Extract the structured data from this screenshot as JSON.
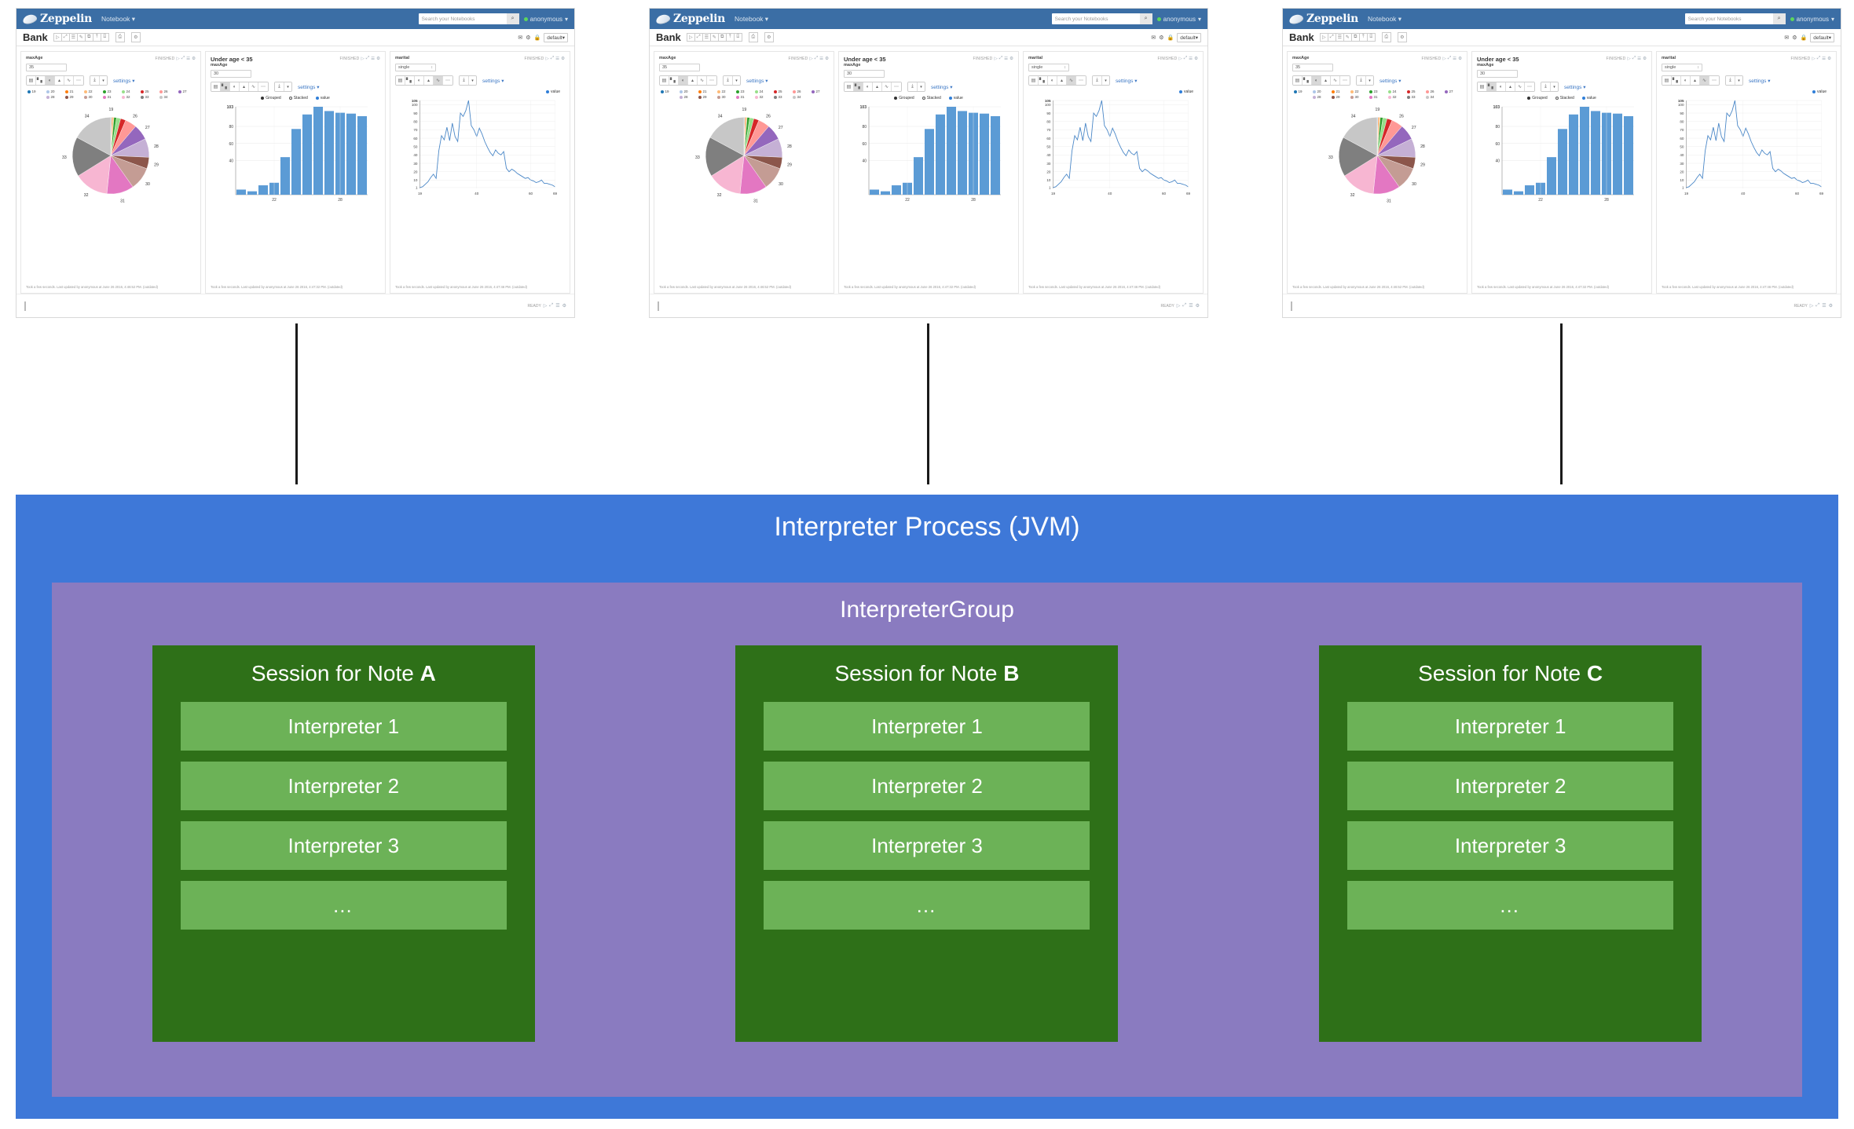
{
  "notebook": {
    "brand": "Zeppelin",
    "nav_item": "Notebook",
    "nav_caret": "▾",
    "search_placeholder": "Search your Notebooks",
    "search_icon": "⌕",
    "user": "anonymous",
    "user_caret": "▾",
    "title": "Bank",
    "toolbar_icons": [
      "▷",
      "⤢",
      "☰",
      "✎",
      "⧉",
      "⤒",
      "⌸"
    ],
    "toolbar_single_1": "⎙",
    "toolbar_single_2": "⚙",
    "title_right_icons": [
      "✉",
      "⚙",
      "ὑ2"
    ],
    "interpreter_binding": "default",
    "interpreter_caret": "▾",
    "footer_status": "READY",
    "footer_icons": [
      "▷",
      "⤢",
      "☰",
      "⚙"
    ],
    "paragraphs": [
      {
        "title": "",
        "form_label": "maxAge",
        "input_value": "35",
        "input_type": "text",
        "status": "FINISHED",
        "status_icons": [
          "▷",
          "⤢",
          "☰",
          "⚙"
        ],
        "chart_buttons": [
          "▤",
          "ὌA",
          "◔",
          "▲",
          "〜",
          "⌇"
        ],
        "active_chart": 2,
        "download_icon": "⤓",
        "download_caret": "▾",
        "settings_label": "settings",
        "settings_caret": "▾",
        "footer": "Took a few seconds. Last updated by anonymous at June 26 2016, 4:46:52 PM. (outdated)"
      },
      {
        "title": "Under age < 35",
        "form_label": "maxAge",
        "input_value": "30",
        "input_type": "text",
        "status": "FINISHED",
        "status_icons": [
          "▷",
          "⤢",
          "☰",
          "⚙"
        ],
        "chart_buttons": [
          "▤",
          "ὌA",
          "◔",
          "▲",
          "〜",
          "⌇"
        ],
        "active_chart": 1,
        "download_icon": "⤓",
        "download_caret": "▾",
        "settings_label": "settings",
        "settings_caret": "▾",
        "mode_grouped": "Grouped",
        "mode_stacked": "Stacked",
        "series_label": "value",
        "footer": "Took a few seconds. Last updated by anonymous at June 26 2016, 4:47:32 PM. (outdated)"
      },
      {
        "title": "",
        "form_label": "marital",
        "input_value": "single",
        "input_type": "select",
        "status": "FINISHED",
        "status_icons": [
          "▷",
          "⤢",
          "☰",
          "⚙"
        ],
        "chart_buttons": [
          "▤",
          "ὌA",
          "◔",
          "▲",
          "〜",
          "⌇"
        ],
        "active_chart": 4,
        "download_icon": "⤓",
        "download_caret": "▾",
        "settings_label": "settings",
        "settings_caret": "▾",
        "series_label": "value",
        "footer": "Took a few seconds. Last updated by anonymous at June 26 2016, 4:47:46 PM. (outdated)"
      }
    ]
  },
  "chart_data": [
    {
      "type": "pie",
      "title": "",
      "categories": [
        "19",
        "20",
        "21",
        "22",
        "23",
        "24",
        "25",
        "26",
        "27",
        "28",
        "29",
        "30",
        "31",
        "32",
        "33",
        "34"
      ],
      "values": [
        1,
        1,
        2,
        2,
        5,
        8,
        10,
        22,
        30,
        36,
        22,
        44,
        52,
        66,
        76,
        78
      ],
      "colors": [
        "#1f77b4",
        "#aec7e8",
        "#ff7f0e",
        "#ffbb78",
        "#2ca02c",
        "#98df8a",
        "#d62728",
        "#ff9896",
        "#9467bd",
        "#c5b0d5",
        "#8c564b",
        "#c49c94",
        "#e377c2",
        "#f7b6d2",
        "#7f7f7f",
        "#c7c7c7"
      ],
      "labels_shown": [
        "19",
        "26",
        "27",
        "28",
        "29",
        "30",
        "31",
        "32",
        "33",
        "34"
      ],
      "legend": "top",
      "legend_entries": [
        "19",
        "20",
        "21",
        "22",
        "23",
        "24",
        "25",
        "26",
        "27",
        "28",
        "29",
        "30",
        "31",
        "32",
        "33",
        "34"
      ]
    },
    {
      "type": "bar",
      "title": "Under age < 35",
      "categories": [
        "19",
        "20",
        "21",
        "22",
        "23",
        "24",
        "25",
        "26",
        "27",
        "28",
        "29",
        "30"
      ],
      "values": [
        6,
        4,
        11,
        14,
        44,
        77,
        94,
        103,
        98,
        96,
        95,
        92
      ],
      "series": [
        {
          "name": "value",
          "values": [
            6,
            4,
            11,
            14,
            44,
            77,
            94,
            103,
            98,
            96,
            95,
            92
          ]
        }
      ],
      "xlabel": "",
      "ylabel": "",
      "ylim": [
        0,
        103
      ],
      "yticks": [
        103,
        80,
        60,
        40
      ],
      "xticks": [
        "22",
        "28"
      ],
      "grid": true,
      "legend": "top-right",
      "bar_color": "#5b9bd5"
    },
    {
      "type": "line",
      "title": "",
      "x": [
        19,
        20,
        21,
        22,
        23,
        24,
        25,
        26,
        27,
        28,
        29,
        30,
        31,
        32,
        33,
        34,
        35,
        36,
        37,
        38,
        39,
        40,
        41,
        42,
        43,
        44,
        45,
        46,
        47,
        48,
        49,
        50,
        51,
        52,
        53,
        54,
        55,
        56,
        57,
        58,
        59,
        60,
        61,
        62,
        63,
        64,
        65,
        66,
        67,
        68,
        69
      ],
      "values": [
        1,
        2,
        5,
        8,
        13,
        17,
        12,
        45,
        63,
        58,
        73,
        57,
        78,
        62,
        56,
        90,
        86,
        93,
        105,
        75,
        70,
        62,
        72,
        65,
        56,
        49,
        43,
        39,
        46,
        42,
        40,
        44,
        24,
        20,
        23,
        21,
        18,
        16,
        14,
        12,
        13,
        10,
        9,
        7,
        8,
        10,
        6,
        6,
        5,
        4,
        2
      ],
      "series": [
        {
          "name": "value",
          "values": [
            1,
            2,
            5,
            8,
            13,
            17,
            12,
            45,
            63,
            58,
            73,
            57,
            78,
            62,
            56,
            90,
            86,
            93,
            105,
            75,
            70,
            62,
            72,
            65,
            56,
            49,
            43,
            39,
            46,
            42,
            40,
            44,
            24,
            20,
            23,
            21,
            18,
            16,
            14,
            12,
            13,
            10,
            9,
            7,
            8,
            10,
            6,
            6,
            5,
            4,
            2
          ]
        }
      ],
      "xlabel": "",
      "ylabel": "",
      "ylim": [
        1,
        105
      ],
      "yticks": [
        105,
        100,
        90,
        80,
        70,
        60,
        50,
        40,
        30,
        20,
        10,
        1
      ],
      "xticks": [
        "19",
        "40",
        "60",
        "69"
      ],
      "grid": true,
      "legend": "top-right",
      "line_color": "#4a87c7"
    }
  ],
  "diagram": {
    "jvm_title": "Interpreter Process (JVM)",
    "group_title": "InterpreterGroup",
    "jvm_color": "#3e78d8",
    "group_color": "#8a7bc0",
    "session_color": "#2e7018",
    "interpreter_color": "#6cb257",
    "sessions": [
      {
        "title_prefix": "Session for Note ",
        "title_note": "A",
        "interpreters": [
          "Interpreter 1",
          "Interpreter 2",
          "Interpreter 3",
          "…"
        ]
      },
      {
        "title_prefix": "Session for Note ",
        "title_note": "B",
        "interpreters": [
          "Interpreter 1",
          "Interpreter 2",
          "Interpreter 3",
          "…"
        ]
      },
      {
        "title_prefix": "Session for Note ",
        "title_note": "C",
        "interpreters": [
          "Interpreter 1",
          "Interpreter 2",
          "Interpreter 3",
          "…"
        ]
      }
    ]
  }
}
